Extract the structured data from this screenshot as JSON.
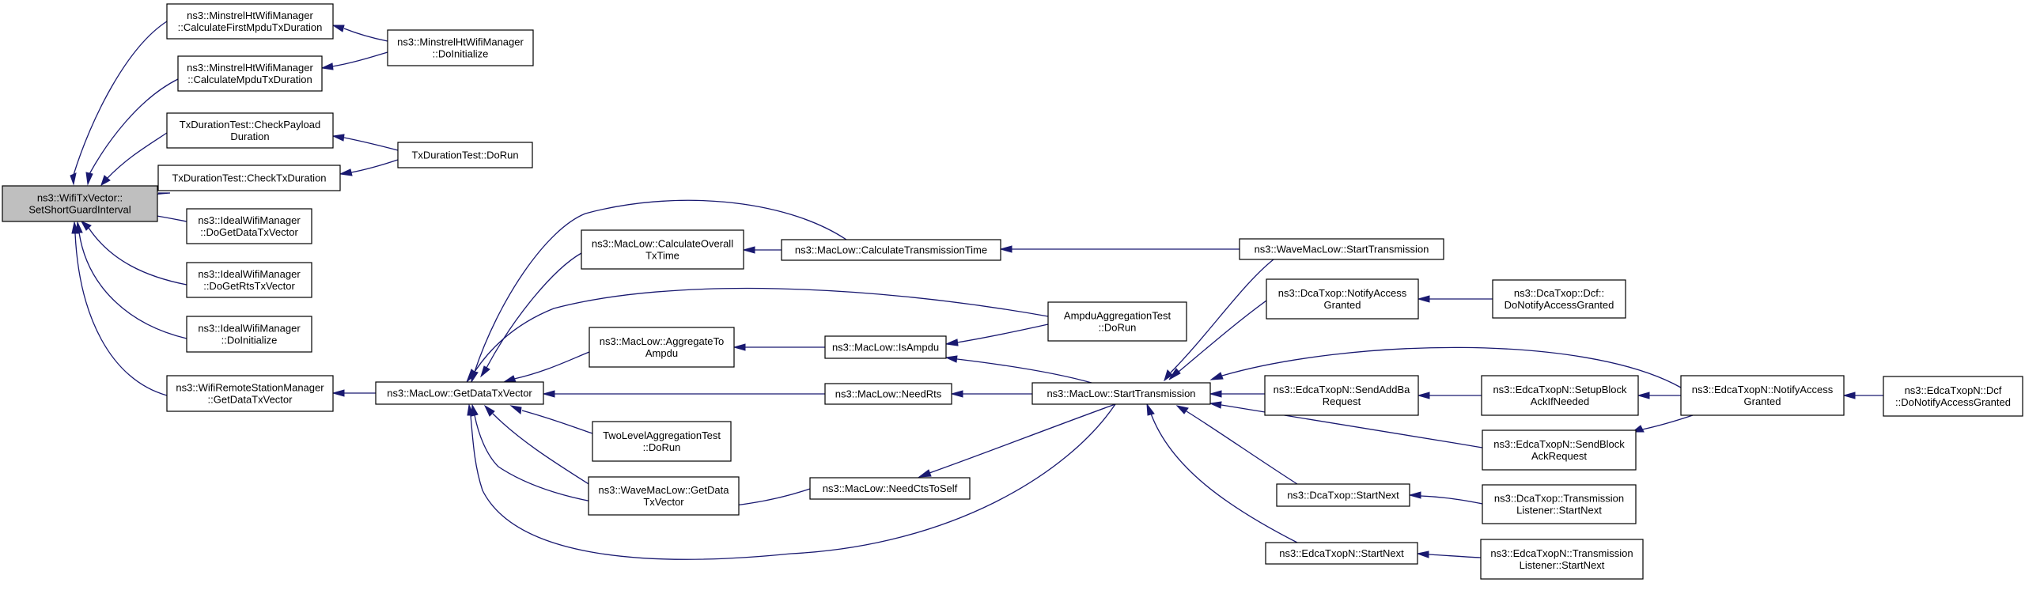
{
  "diagram": {
    "colors": {
      "edge": "#191970",
      "root_fill": "#bfbfbf",
      "node_fill": "#ffffff",
      "border": "#000000"
    },
    "nodes": [
      {
        "id": "wtv",
        "lines": [
          "ns3::WifiTxVector::",
          "SetShortGuardInterval"
        ],
        "root": true
      },
      {
        "id": "mh_cfmtd",
        "lines": [
          "ns3::MinstrelHtWifiManager",
          "::CalculateFirstMpduTxDuration"
        ]
      },
      {
        "id": "mh_cmtd",
        "lines": [
          "ns3::MinstrelHtWifiManager",
          "::CalculateMpduTxDuration"
        ]
      },
      {
        "id": "mh_doinit",
        "lines": [
          "ns3::MinstrelHtWifiManager",
          "::DoInitialize"
        ]
      },
      {
        "id": "tdt_cpd",
        "lines": [
          "TxDurationTest::CheckPayload",
          "Duration"
        ]
      },
      {
        "id": "tdt_ctd",
        "lines": [
          "TxDurationTest::CheckTxDuration"
        ]
      },
      {
        "id": "tdt_dorun",
        "lines": [
          "TxDurationTest::DoRun"
        ]
      },
      {
        "id": "iw_dgdtv",
        "lines": [
          "ns3::IdealWifiManager",
          "::DoGetDataTxVector"
        ]
      },
      {
        "id": "iw_dgrtv",
        "lines": [
          "ns3::IdealWifiManager",
          "::DoGetRtsTxVector"
        ]
      },
      {
        "id": "iw_doinit",
        "lines": [
          "ns3::IdealWifiManager",
          "::DoInitialize"
        ]
      },
      {
        "id": "wrsm_gdtv",
        "lines": [
          "ns3::WifiRemoteStationManager",
          "::GetDataTxVector"
        ]
      },
      {
        "id": "ml_gdtv",
        "lines": [
          "ns3::MacLow::GetDataTxVector"
        ]
      },
      {
        "id": "ml_cotx",
        "lines": [
          "ns3::MacLow::CalculateOverall",
          "TxTime"
        ]
      },
      {
        "id": "ml_ctt",
        "lines": [
          "ns3::MacLow::CalculateTransmissionTime"
        ]
      },
      {
        "id": "wml_st",
        "lines": [
          "ns3::WaveMacLow::StartTransmission"
        ]
      },
      {
        "id": "ml_ata",
        "lines": [
          "ns3::MacLow::AggregateTo",
          "Ampdu"
        ]
      },
      {
        "id": "ml_isampdu",
        "lines": [
          "ns3::MacLow::IsAmpdu"
        ]
      },
      {
        "id": "aat_dorun",
        "lines": [
          "AmpduAggregationTest",
          "::DoRun"
        ]
      },
      {
        "id": "ml_needrts",
        "lines": [
          "ns3::MacLow::NeedRts"
        ]
      },
      {
        "id": "ml_st",
        "lines": [
          "ns3::MacLow::StartTransmission"
        ]
      },
      {
        "id": "tlat_dorun",
        "lines": [
          "TwoLevelAggregationTest",
          "::DoRun"
        ]
      },
      {
        "id": "wml_gdtv",
        "lines": [
          "ns3::WaveMacLow::GetData",
          "TxVector"
        ]
      },
      {
        "id": "ml_ncts",
        "lines": [
          "ns3::MacLow::NeedCtsToSelf"
        ]
      },
      {
        "id": "dca_nag",
        "lines": [
          "ns3::DcaTxop::NotifyAccess",
          "Granted"
        ]
      },
      {
        "id": "dca_dcf",
        "lines": [
          "ns3::DcaTxop::Dcf::",
          "DoNotifyAccessGranted"
        ]
      },
      {
        "id": "edca_saddba",
        "lines": [
          "ns3::EdcaTxopN::SendAddBa",
          "Request"
        ]
      },
      {
        "id": "edca_sbain",
        "lines": [
          "ns3::EdcaTxopN::SetupBlock",
          "AckIfNeeded"
        ]
      },
      {
        "id": "edca_nag",
        "lines": [
          "ns3::EdcaTxopN::NotifyAccess",
          "Granted"
        ]
      },
      {
        "id": "edca_dcf",
        "lines": [
          "ns3::EdcaTxopN::Dcf",
          "::DoNotifyAccessGranted"
        ]
      },
      {
        "id": "edca_sbar",
        "lines": [
          "ns3::EdcaTxopN::SendBlock",
          "AckRequest"
        ]
      },
      {
        "id": "dca_sn",
        "lines": [
          "ns3::DcaTxop::StartNext"
        ]
      },
      {
        "id": "dca_tlsn",
        "lines": [
          "ns3::DcaTxop::Transmission",
          "Listener::StartNext"
        ]
      },
      {
        "id": "edca_sn",
        "lines": [
          "ns3::EdcaTxopN::StartNext"
        ]
      },
      {
        "id": "edca_tlsn",
        "lines": [
          "ns3::EdcaTxopN::Transmission",
          "Listener::StartNext"
        ]
      }
    ],
    "edges": [
      {
        "from": "mh_cfmtd",
        "to": "wtv"
      },
      {
        "from": "mh_cmtd",
        "to": "wtv"
      },
      {
        "from": "tdt_cpd",
        "to": "wtv"
      },
      {
        "from": "tdt_ctd",
        "to": "wtv"
      },
      {
        "from": "iw_dgdtv",
        "to": "wtv"
      },
      {
        "from": "iw_dgrtv",
        "to": "wtv"
      },
      {
        "from": "iw_doinit",
        "to": "wtv"
      },
      {
        "from": "wrsm_gdtv",
        "to": "wtv"
      },
      {
        "from": "mh_doinit",
        "to": "mh_cfmtd"
      },
      {
        "from": "mh_doinit",
        "to": "mh_cmtd"
      },
      {
        "from": "tdt_dorun",
        "to": "tdt_cpd"
      },
      {
        "from": "tdt_dorun",
        "to": "tdt_ctd"
      },
      {
        "from": "ml_gdtv",
        "to": "wrsm_gdtv"
      },
      {
        "from": "ml_cotx",
        "to": "ml_gdtv"
      },
      {
        "from": "ml_ctt",
        "to": "ml_gdtv"
      },
      {
        "from": "aat_dorun",
        "to": "ml_gdtv"
      },
      {
        "from": "ml_ata",
        "to": "ml_gdtv"
      },
      {
        "from": "ml_needrts",
        "to": "ml_gdtv"
      },
      {
        "from": "tlat_dorun",
        "to": "ml_gdtv"
      },
      {
        "from": "wml_gdtv",
        "to": "ml_gdtv"
      },
      {
        "from": "ml_ncts",
        "to": "ml_gdtv"
      },
      {
        "from": "ml_st",
        "to": "ml_gdtv"
      },
      {
        "from": "ml_ctt",
        "to": "ml_cotx"
      },
      {
        "from": "wml_st",
        "to": "ml_ctt"
      },
      {
        "from": "ml_isampdu",
        "to": "ml_ata"
      },
      {
        "from": "aat_dorun",
        "to": "ml_isampdu"
      },
      {
        "from": "ml_st",
        "to": "ml_isampdu"
      },
      {
        "from": "ml_st",
        "to": "ml_needrts"
      },
      {
        "from": "ml_st",
        "to": "ml_ncts"
      },
      {
        "from": "wml_st",
        "to": "ml_st"
      },
      {
        "from": "dca_nag",
        "to": "ml_st"
      },
      {
        "from": "edca_nag",
        "to": "ml_st"
      },
      {
        "from": "edca_saddba",
        "to": "ml_st"
      },
      {
        "from": "edca_sbar",
        "to": "ml_st"
      },
      {
        "from": "dca_sn",
        "to": "ml_st"
      },
      {
        "from": "edca_sn",
        "to": "ml_st"
      },
      {
        "from": "dca_dcf",
        "to": "dca_nag"
      },
      {
        "from": "edca_sbain",
        "to": "edca_saddba"
      },
      {
        "from": "edca_nag",
        "to": "edca_sbain"
      },
      {
        "from": "edca_nag",
        "to": "edca_sbar"
      },
      {
        "from": "edca_dcf",
        "to": "edca_nag"
      },
      {
        "from": "dca_tlsn",
        "to": "dca_sn"
      },
      {
        "from": "edca_tlsn",
        "to": "edca_sn"
      }
    ]
  }
}
